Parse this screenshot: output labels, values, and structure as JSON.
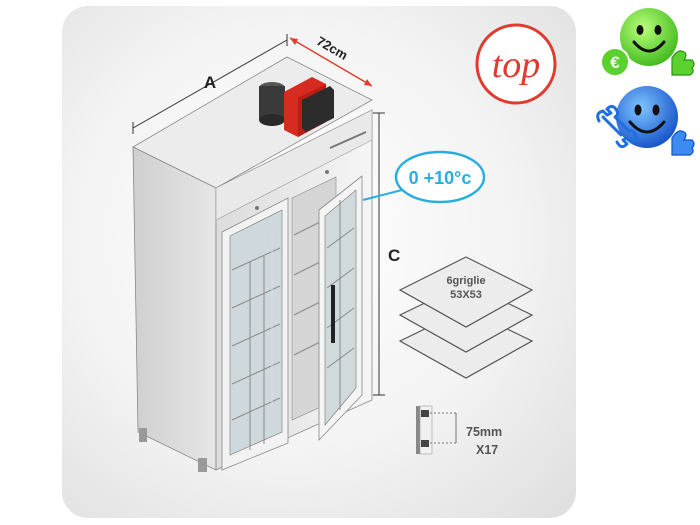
{
  "dimensions": {
    "width_label": "A",
    "depth_label": "72cm",
    "height_label": "C"
  },
  "badge": {
    "text": "top",
    "color": "#e03a2e"
  },
  "temperature": {
    "text": "0 +10°c",
    "color": "#27aee0"
  },
  "shelves": {
    "count_text": "6griglie",
    "size_text": "53X53"
  },
  "rack": {
    "pitch_text": "75mm",
    "count_text": "X17"
  },
  "icons": {
    "green_icon": "euro-smiley-thumbs-up-icon",
    "blue_icon": "wrench-smiley-thumbs-up-icon",
    "green_color": "#5bd12f",
    "blue_color": "#1f6fe0"
  }
}
